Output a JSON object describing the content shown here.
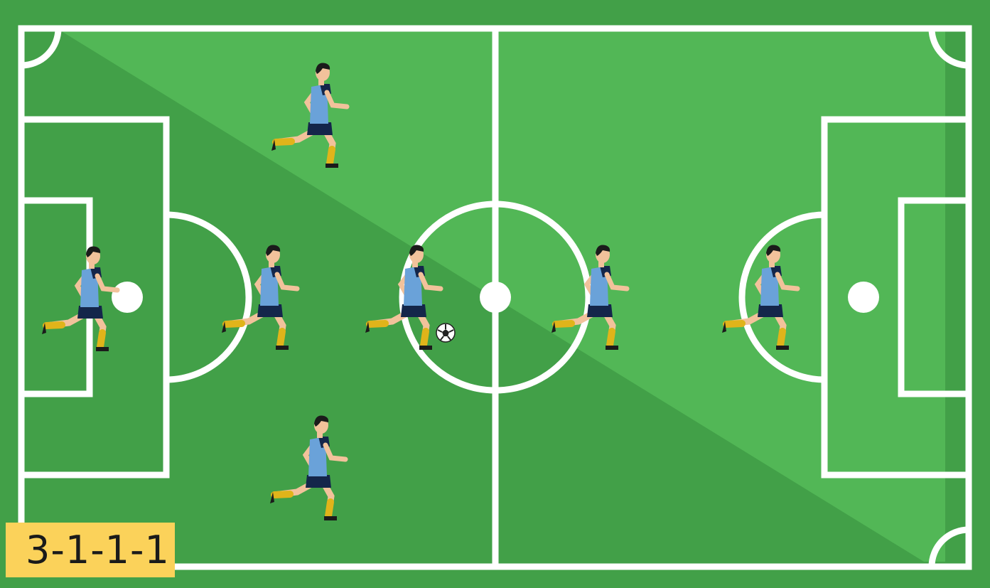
{
  "formation": {
    "label": "3-1-1-1",
    "player_count": 7
  },
  "colors": {
    "pitch_dark": "#42a048",
    "pitch_light": "#52b756",
    "lines": "#ffffff",
    "jersey": "#6aa2d9",
    "shorts": "#14264a",
    "socks": "#e0b41a",
    "skin": "#f2c29b",
    "hair": "#1b1b1b",
    "label_bg": "#fbd25a"
  },
  "players": [
    {
      "role": "goalkeeper"
    },
    {
      "role": "defender-top"
    },
    {
      "role": "defender-middle"
    },
    {
      "role": "defender-bottom"
    },
    {
      "role": "midfielder"
    },
    {
      "role": "attacking-midfielder"
    },
    {
      "role": "forward"
    }
  ],
  "icons": {
    "ball": "soccer-ball-icon",
    "player": "running-player-icon"
  }
}
